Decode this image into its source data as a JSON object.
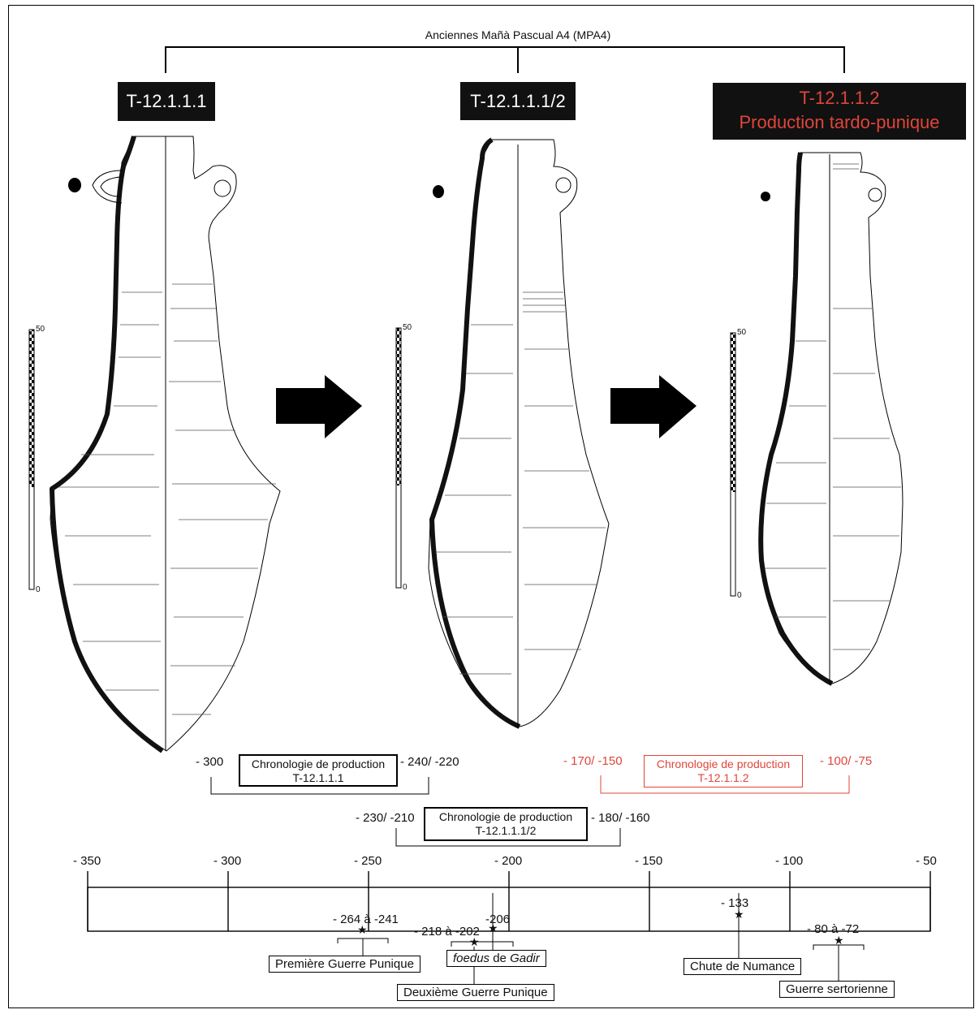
{
  "title": "Anciennes Mañà Pascual A4 (MPA4)",
  "types": [
    {
      "label": "T-12.1.1.1"
    },
    {
      "label": "T-12.1.1.1/2"
    },
    {
      "label": "T-12.1.1.2",
      "sublabel": "Production tardo-punique"
    }
  ],
  "scale": {
    "min": "0",
    "max": "50"
  },
  "chronologies": [
    {
      "title": "Chronologie de production",
      "type": "T-12.1.1.1",
      "start": "- 300",
      "end": "- 240/ -220"
    },
    {
      "title": "Chronologie de production",
      "type": "T-12.1.1.1/2",
      "start": "- 230/ -210",
      "end": "- 180/ -160"
    },
    {
      "title": "Chronologie de production",
      "type": "T-12.1.1.2",
      "start": "- 170/ -150",
      "end": "- 100/ -75"
    }
  ],
  "timeline": {
    "ticks": [
      "- 350",
      "- 300",
      "- 250",
      "- 200",
      "- 150",
      "- 100",
      "- 50"
    ],
    "range": [
      -350,
      -50
    ]
  },
  "events": [
    {
      "dates": "- 264 à -241",
      "label": "Première Guerre Punique",
      "value": -252
    },
    {
      "dates": "- 218  à -202",
      "label": "Deuxième Guerre Punique",
      "value": -210
    },
    {
      "dates": "-206",
      "label_italic_1": "foedus",
      "label_mid": " de ",
      "label_italic_2": "Gadir",
      "value": -206
    },
    {
      "dates": "- 133",
      "label": "Chute de Numance",
      "value": -133
    },
    {
      "dates": "- 80  à -72",
      "label": "Guerre sertorienne",
      "value": -76
    }
  ],
  "colors": {
    "accent_red": "#e0453a",
    "ink": "#111111"
  }
}
